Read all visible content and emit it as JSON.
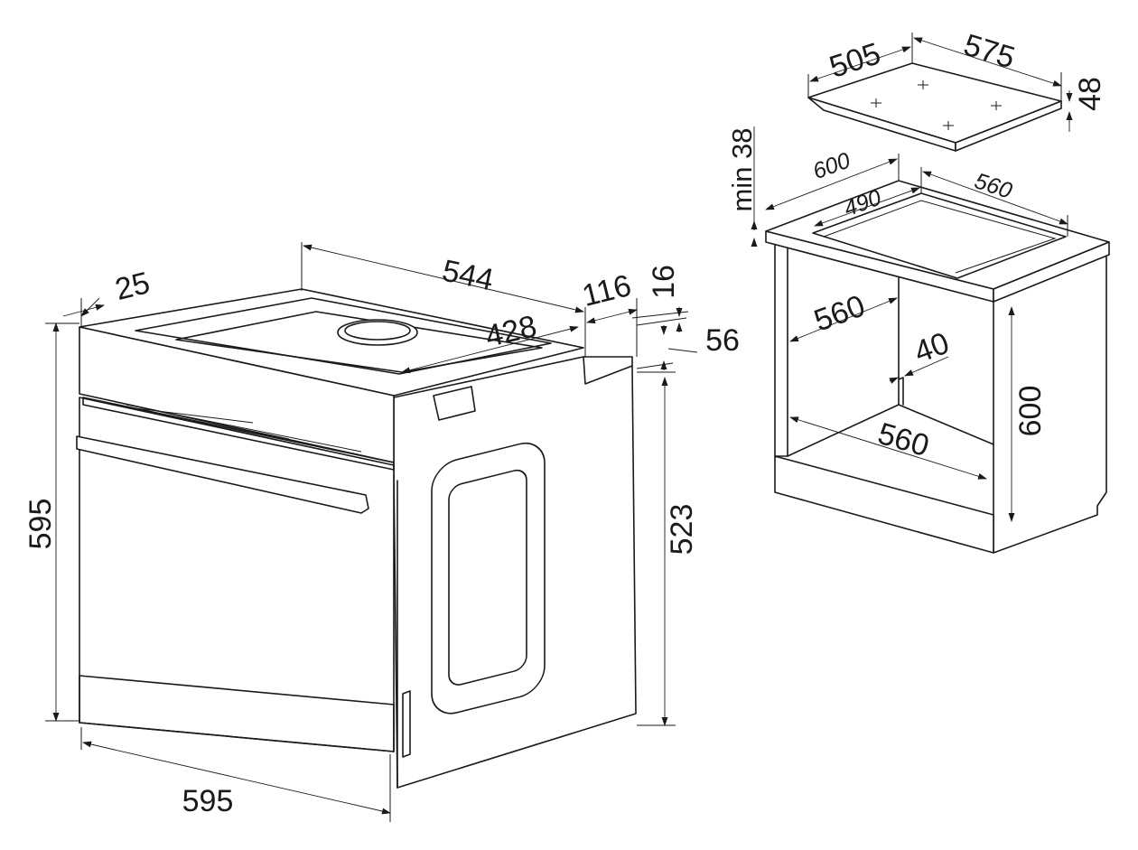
{
  "oven": {
    "dims": {
      "width_bottom": "595",
      "height_left": "595",
      "depth_top": "544",
      "inner_top": "428",
      "front_offset": "25",
      "rear_offset": "116",
      "top_offset": "16",
      "step": "56",
      "body_height": "523"
    }
  },
  "hob": {
    "dims": {
      "depth": "505",
      "width": "575",
      "thickness": "48"
    }
  },
  "cabinet": {
    "dims": {
      "min_clearance": "min 38",
      "top_width": "600",
      "top_depth": "560",
      "cutout_depth": "490",
      "inner_width": "560",
      "inner_width_bottom": "560",
      "gap": "40",
      "height": "600"
    }
  }
}
